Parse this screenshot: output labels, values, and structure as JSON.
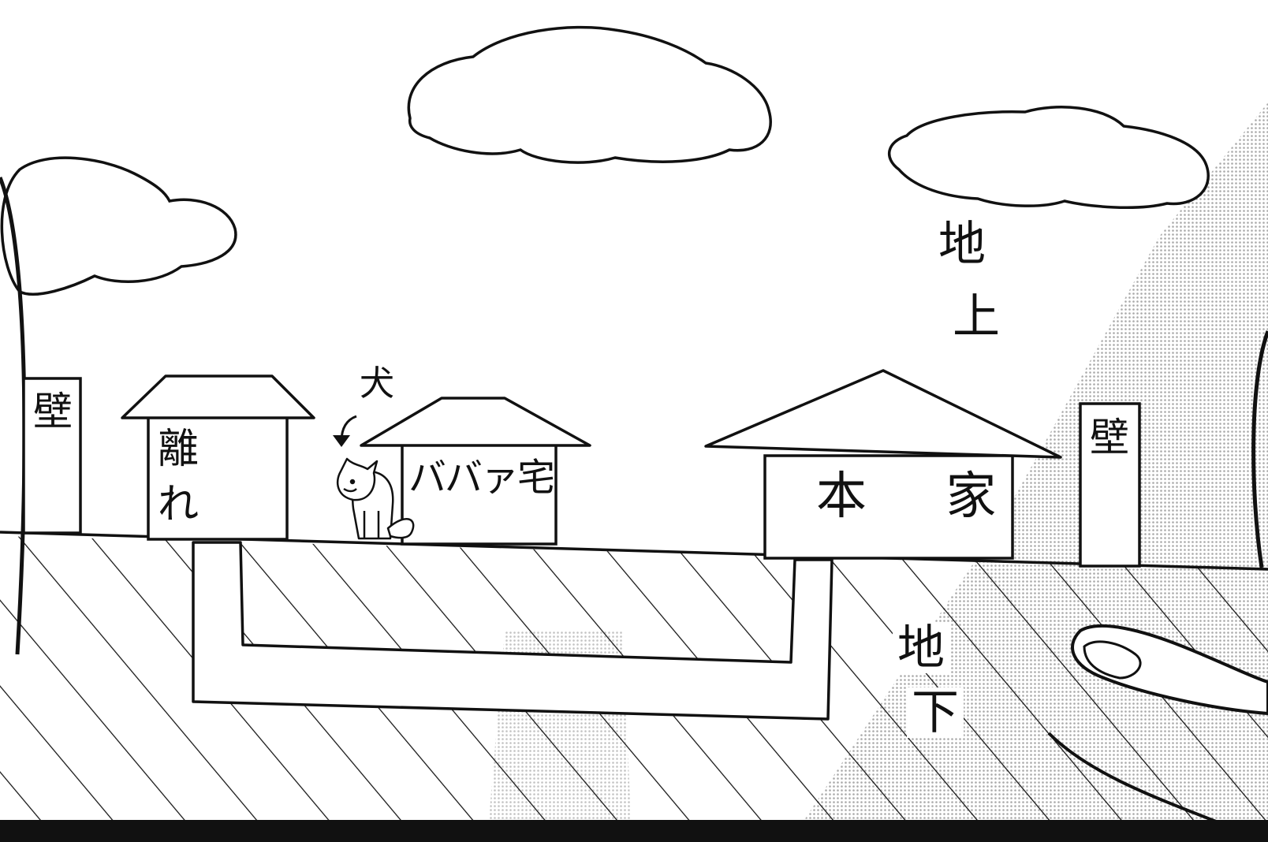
{
  "labels": {
    "wall_left": "壁",
    "annex": "離れ",
    "dog": "犬",
    "grandma_house": "ババァ宅",
    "main_house": "本 家",
    "wall_right": "壁",
    "above_ground_top": "地",
    "above_ground_bottom": "上",
    "underground_top": "地",
    "underground_bottom": "下"
  },
  "colors": {
    "ink": "#111111",
    "paper": "#ffffff",
    "screentone": "#c9c9c9"
  }
}
